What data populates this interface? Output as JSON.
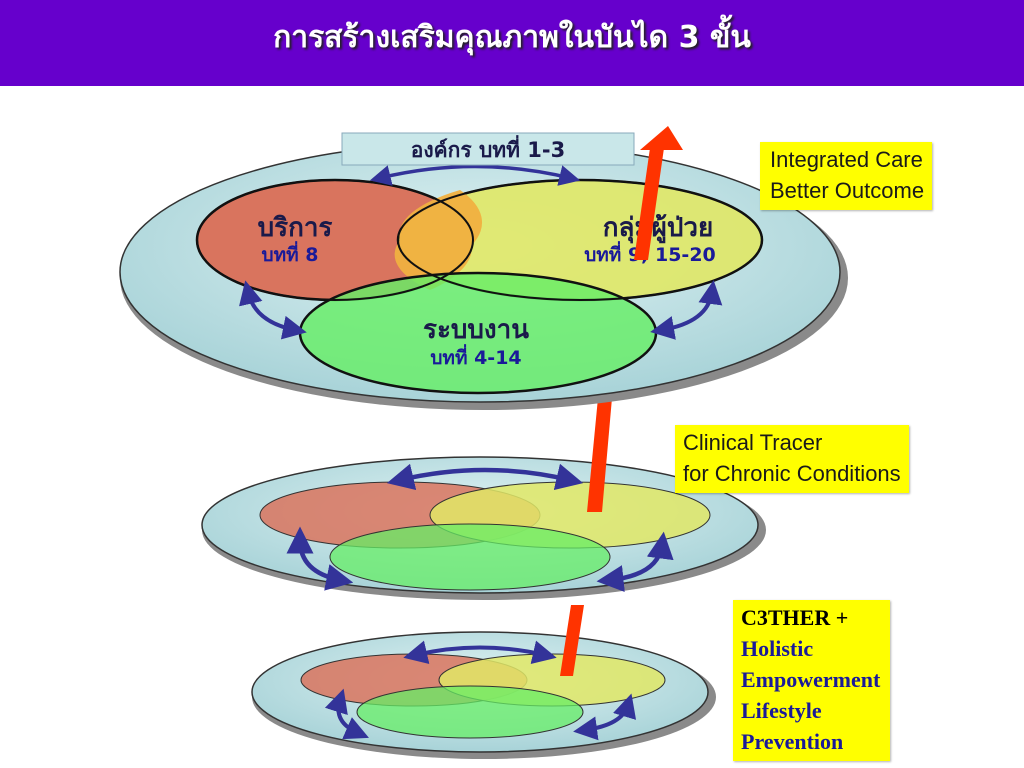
{
  "title": "การสร้างเสริมคุณภาพในบันได 3 ขั้น",
  "top_level": {
    "organization_label": "องค์กร บทที่ 1-3",
    "service_name": "บริการ",
    "service_chapter": "บทที่ 8",
    "patient_name": "กลุ่มผู้ป่วย",
    "patient_chapter": "บทที่ 9, 15-20",
    "system_name": "ระบบงาน",
    "system_chapter": "บทที่ 4-14"
  },
  "notes": {
    "top": [
      "Integrated Care",
      "Better Outcome"
    ],
    "middle": [
      "Clinical Tracer",
      "for Chronic Conditions"
    ],
    "bottom": [
      "C3THER +",
      "Holistic",
      "Empowerment",
      "Lifestyle",
      "Prevention"
    ]
  },
  "colors": {
    "title_bg": "#6600cc",
    "plate": "#b8dde0",
    "service": "#d9745e",
    "patient": "#e0e866",
    "system": "#66ee66",
    "arrow": "#ff3300",
    "link_arrows": "#333399",
    "note_bg": "#ffff00"
  }
}
